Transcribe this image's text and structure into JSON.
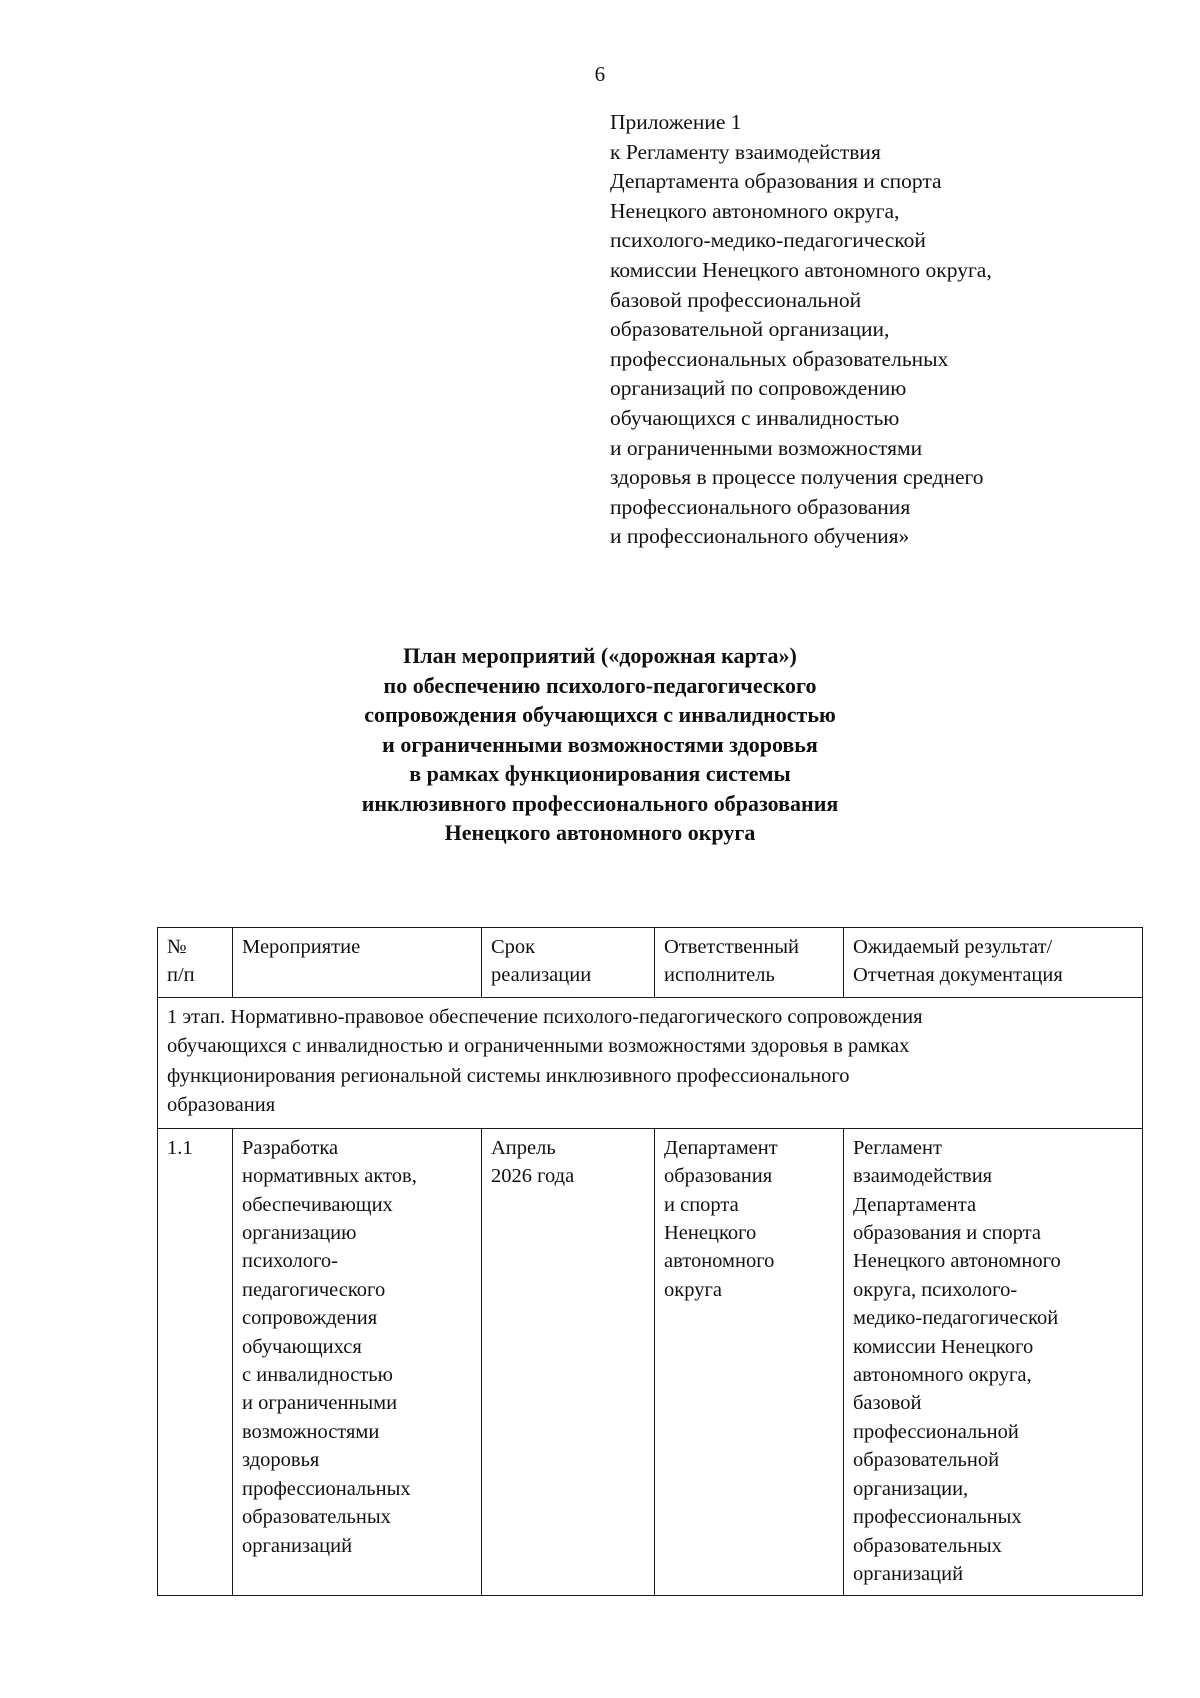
{
  "page": {
    "number": "6"
  },
  "appendix": {
    "lines": [
      "Приложение 1",
      "к Регламенту взаимодействия",
      "Департамента образования и спорта",
      "Ненецкого автономного округа,",
      "психолого-медико-педагогической",
      "комиссии Ненецкого автономного округа,",
      "базовой профессиональной",
      "образовательной организации,",
      "профессиональных образовательных",
      "организаций по сопровождению",
      "обучающихся с инвалидностью",
      "и ограниченными возможностями",
      "здоровья в процессе получения среднего",
      "профессионального образования",
      "и профессионального обучения»"
    ]
  },
  "title": {
    "lines": [
      "План мероприятий («дорожная карта»)",
      "по обеспечению психолого-педагогического",
      "сопровождения обучающихся с инвалидностью",
      "и ограниченными возможностями здоровья",
      "в рамках функционирования системы",
      "инклюзивного профессионального образования",
      "Ненецкого автономного округа"
    ]
  },
  "table": {
    "headers": [
      {
        "lines": [
          "№",
          "п/п"
        ]
      },
      {
        "lines": [
          "Мероприятие"
        ]
      },
      {
        "lines": [
          "Срок",
          "реализации"
        ]
      },
      {
        "lines": [
          "Ответственный",
          "исполнитель"
        ]
      },
      {
        "lines": [
          "Ожидаемый результат/",
          "Отчетная документация"
        ]
      }
    ],
    "stage_row": {
      "lines": [
        "1 этап. Нормативно-правовое обеспечение психолого-педагогического сопровождения",
        "обучающихся с инвалидностью и ограниченными возможностями здоровья в рамках",
        "функционирования региональной системы инклюзивного профессионального",
        "образования"
      ]
    },
    "rows": [
      {
        "number": "1.1",
        "measure": [
          "Разработка",
          "нормативных актов,",
          "обеспечивающих",
          "организацию",
          "психолого-",
          "педагогического",
          "сопровождения",
          "обучающихся",
          "с инвалидностью",
          "и ограниченными",
          "возможностями",
          "здоровья",
          "профессиональных",
          "образовательных",
          "организаций"
        ],
        "deadline": [
          "Апрель",
          "2026 года"
        ],
        "responsible": [
          "Департамент",
          "образования",
          "и спорта",
          "Ненецкого",
          "автономного",
          "округа"
        ],
        "result": [
          "Регламент",
          "взаимодействия",
          "Департамента",
          "образования и спорта",
          "Ненецкого автономного",
          "округа, психолого-",
          "медико-педагогической",
          "комиссии Ненецкого",
          "автономного округа,",
          "базовой",
          "профессиональной",
          "образовательной",
          "организации,",
          "профессиональных",
          "образовательных",
          "организаций"
        ]
      }
    ]
  }
}
